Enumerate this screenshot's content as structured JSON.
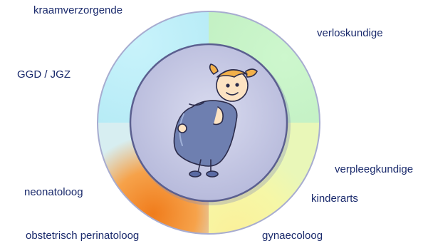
{
  "labels": {
    "kraamverzorgende": "kraamverzorgende",
    "verloskundige": "verloskundige",
    "ggd_jgz": "GGD / JGZ",
    "verpleegkundige": "verpleegkundige",
    "kinderarts": "kinderarts",
    "neonatoloog": "neonatoloog",
    "obstetrisch_perinatoloog": "obstetrisch perinatoloog",
    "gynaecoloog": "gynaecoloog"
  },
  "colors": {
    "text": "#1a2a6c",
    "ring_border": "#9aa0c8",
    "quadrant_top_left": "#b9ecf7",
    "quadrant_top_right": "#c3f2c3",
    "quadrant_bottom_right": "#f6f5a0",
    "quadrant_bottom_left": "#f4902c",
    "center_fill": "#c9cbe6"
  },
  "center_figure": "pregnant-woman-illustration"
}
